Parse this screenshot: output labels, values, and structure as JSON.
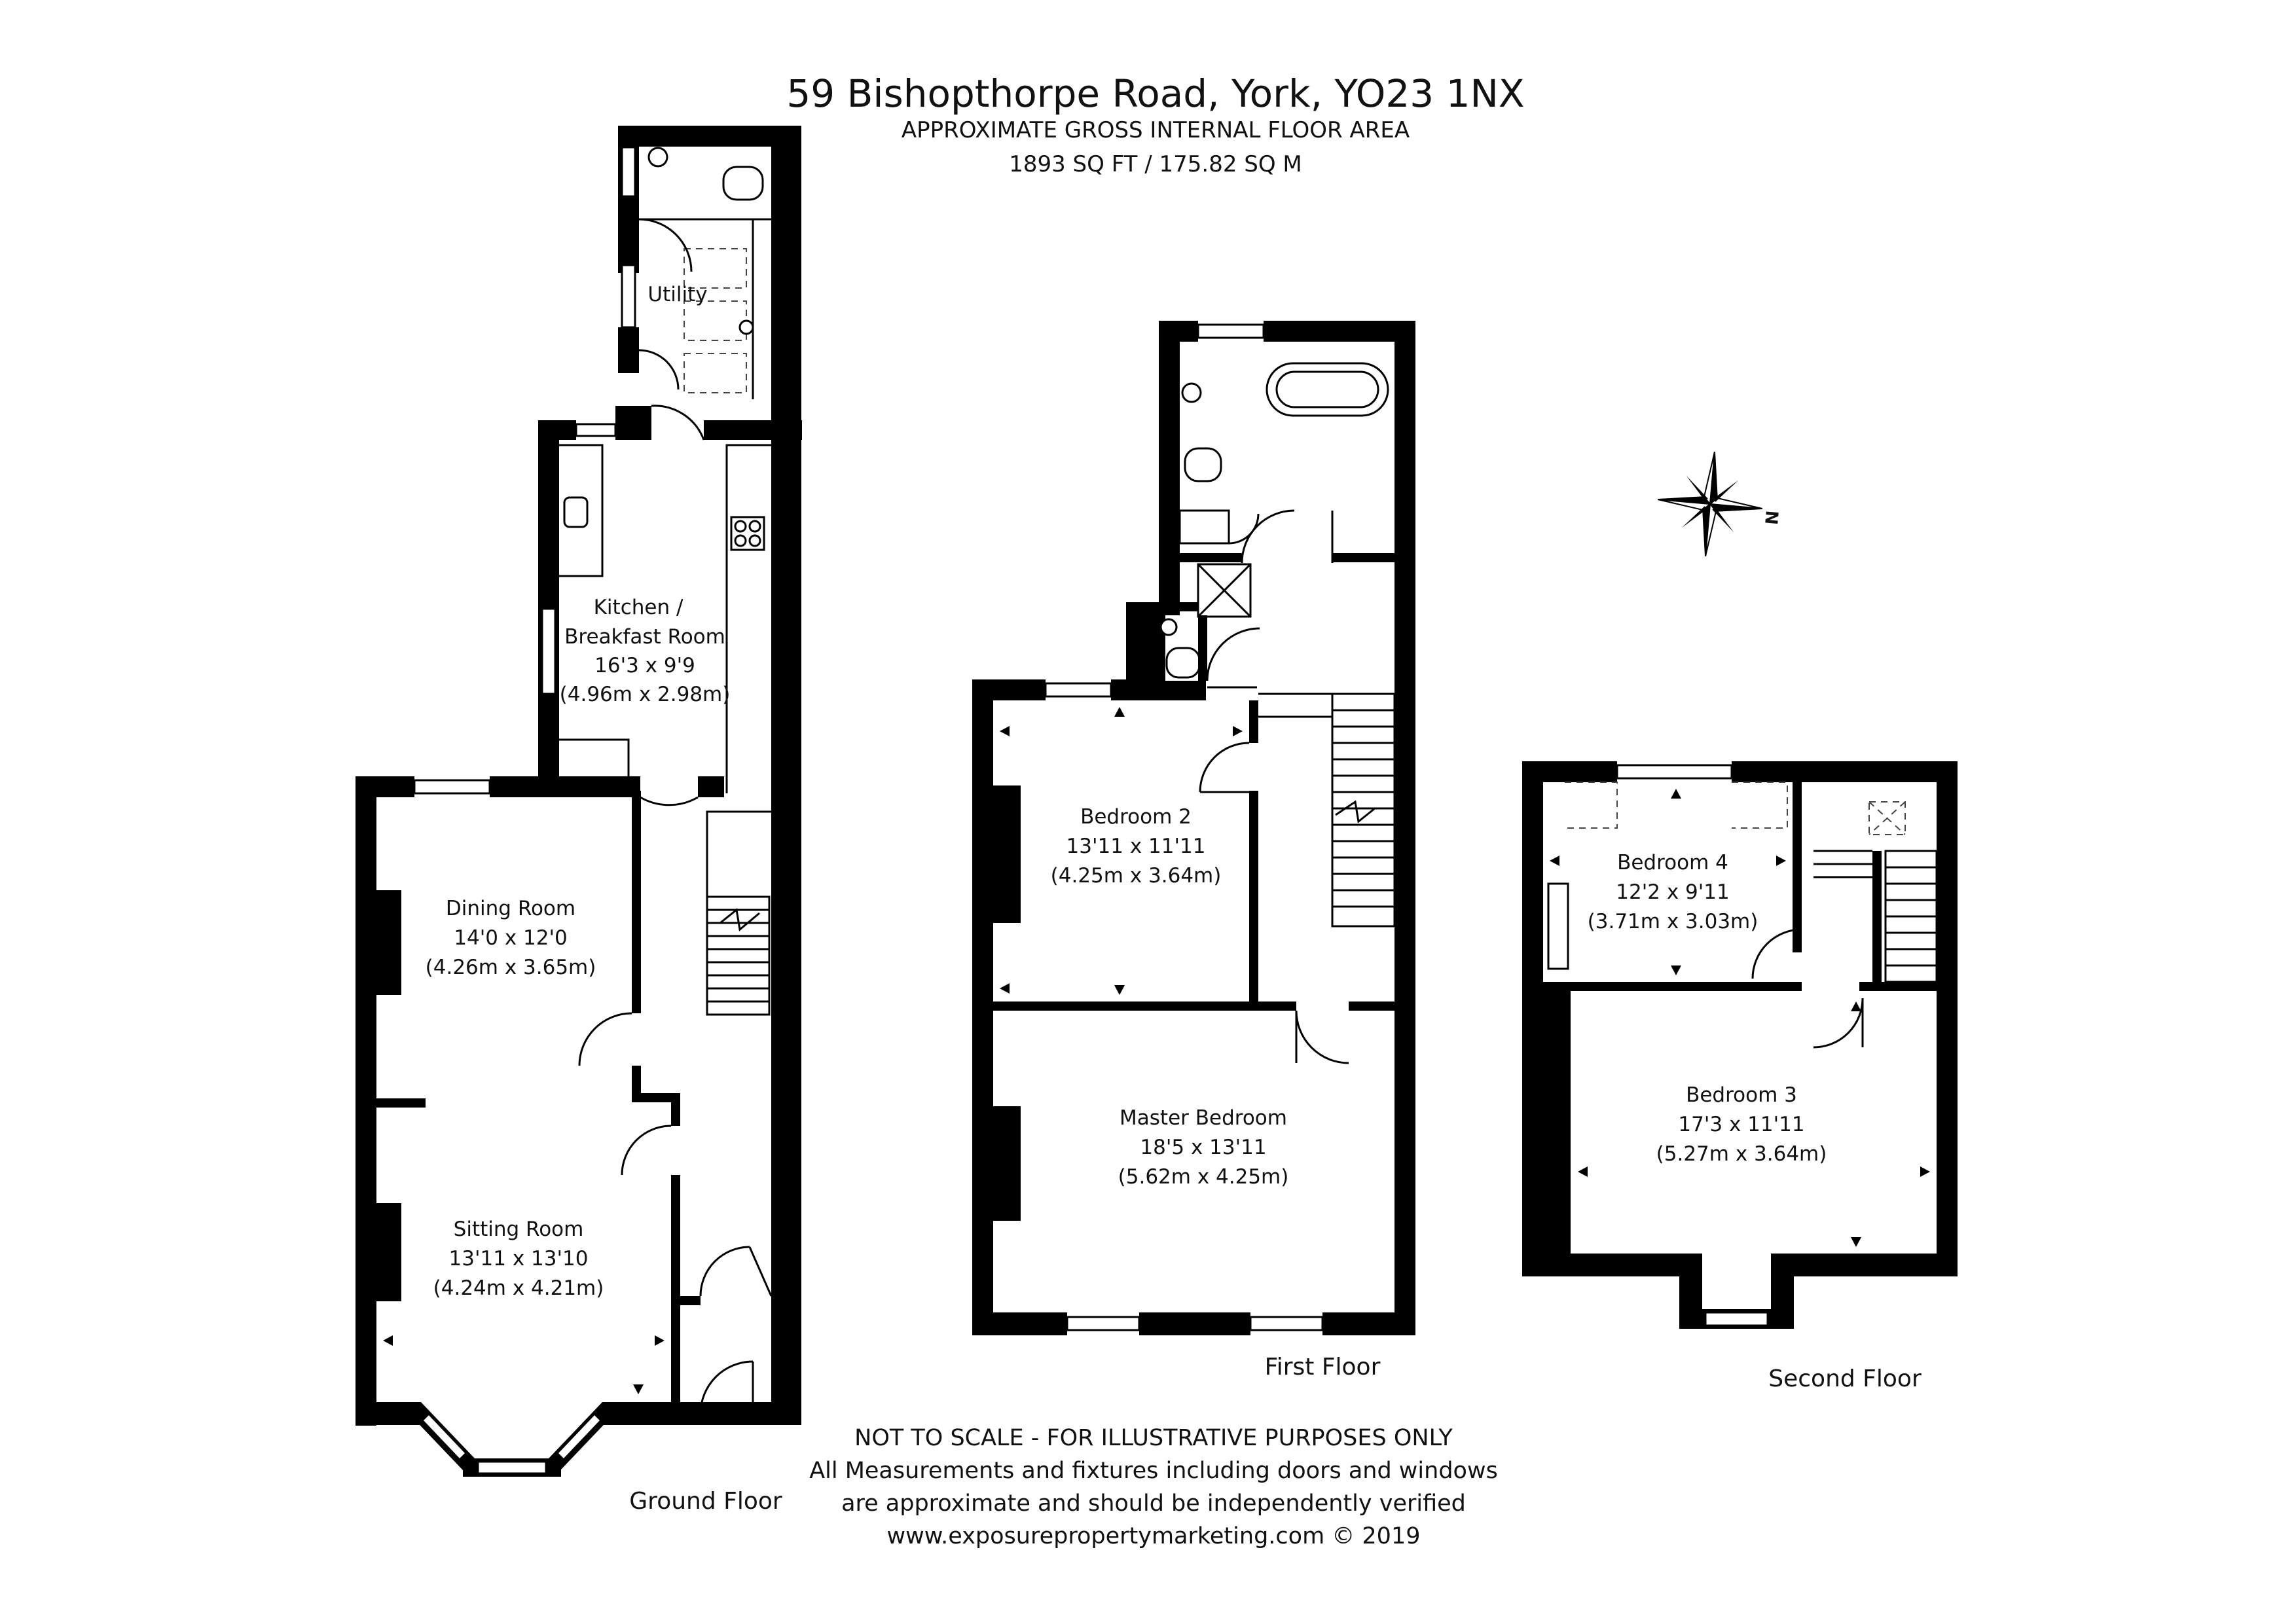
{
  "header": {
    "title": "59 Bishopthorpe Road, York, YO23 1NX",
    "subtitle": "APPROXIMATE GROSS INTERNAL FLOOR AREA",
    "area": "1893 SQ FT / 175.82 SQ M"
  },
  "floors": {
    "ground": "Ground Floor",
    "first": "First Floor",
    "second": "Second Floor"
  },
  "rooms": {
    "utility": {
      "name": "Utility"
    },
    "kitchen": {
      "name1": "Kitchen /",
      "name2": "Breakfast Room",
      "imperial": "16'3 x 9'9",
      "metric": "(4.96m x 2.98m)"
    },
    "dining": {
      "name": "Dining Room",
      "imperial": "14'0 x 12'0",
      "metric": "(4.26m x 3.65m)"
    },
    "sitting": {
      "name": "Sitting Room",
      "imperial": "13'11 x 13'10",
      "metric": "(4.24m x 4.21m)"
    },
    "bedroom2": {
      "name": "Bedroom 2",
      "imperial": "13'11 x 11'11",
      "metric": "(4.25m x 3.64m)"
    },
    "master": {
      "name": "Master Bedroom",
      "imperial": "18'5 x 13'11",
      "metric": "(5.62m x 4.25m)"
    },
    "bedroom4": {
      "name": "Bedroom 4",
      "imperial": "12'2 x 9'11",
      "metric": "(3.71m x 3.03m)"
    },
    "bedroom3": {
      "name": "Bedroom 3",
      "imperial": "17'3 x 11'11",
      "metric": "(5.27m x 3.64m)"
    }
  },
  "compass": {
    "label": "N"
  },
  "footer": {
    "line1": "NOT TO SCALE - FOR ILLUSTRATIVE PURPOSES ONLY",
    "line2": "All Measurements and fixtures including doors and windows",
    "line3": "are approximate and should be independently verified",
    "line4": "www.exposurepropertymarketing.com © 2019"
  }
}
